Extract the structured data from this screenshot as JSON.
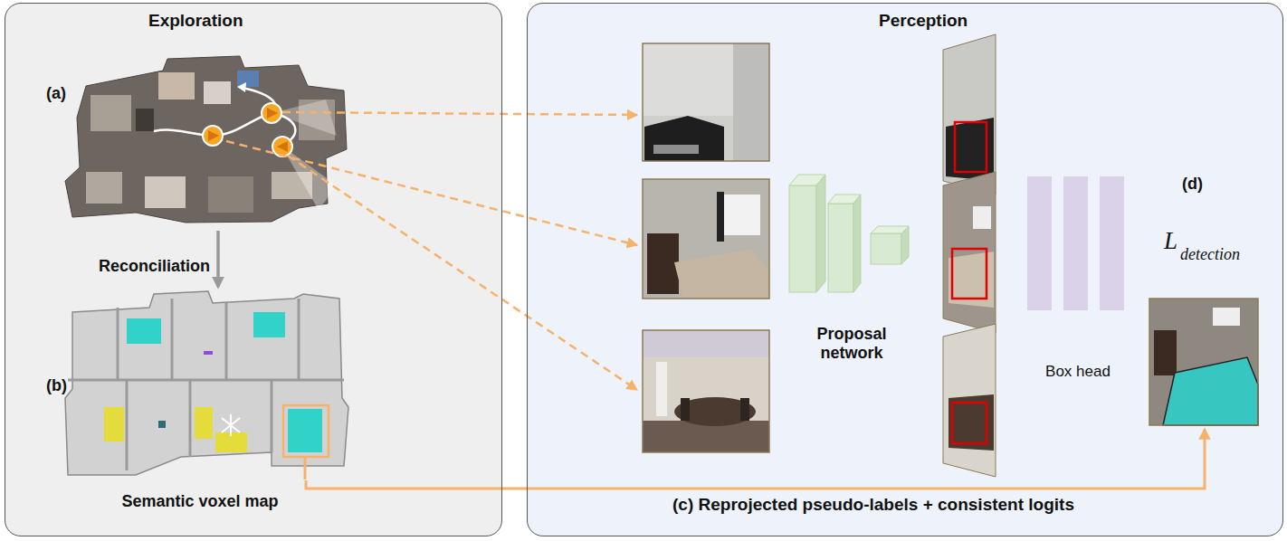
{
  "diagram": {
    "nodes": [
      {
        "text": [
          "Exploration"
        ]
      },
      {
        "text": [
          "(a)"
        ],
        "in": 0
      },
      {
        "text": [
          "(b)",
          "Semantic voxel map"
        ],
        "in": 0
      },
      {
        "text": [
          "Perception"
        ]
      },
      {
        "text": [
          "Proposal network"
        ],
        "in": 3
      },
      {
        "text": [
          "Box head"
        ],
        "in": 3
      },
      {
        "text": [
          "(d)",
          "L",
          "detection"
        ],
        "in": 3
      }
    ],
    "edges": [
      {
        "from": 1,
        "to": 2,
        "arrow": "to",
        "label": "Reconciliation"
      },
      {
        "from": 2,
        "to": 6,
        "arrow": "to",
        "label": "(c) Reprojected pseudo-labels + consistent logits"
      }
    ]
  }
}
